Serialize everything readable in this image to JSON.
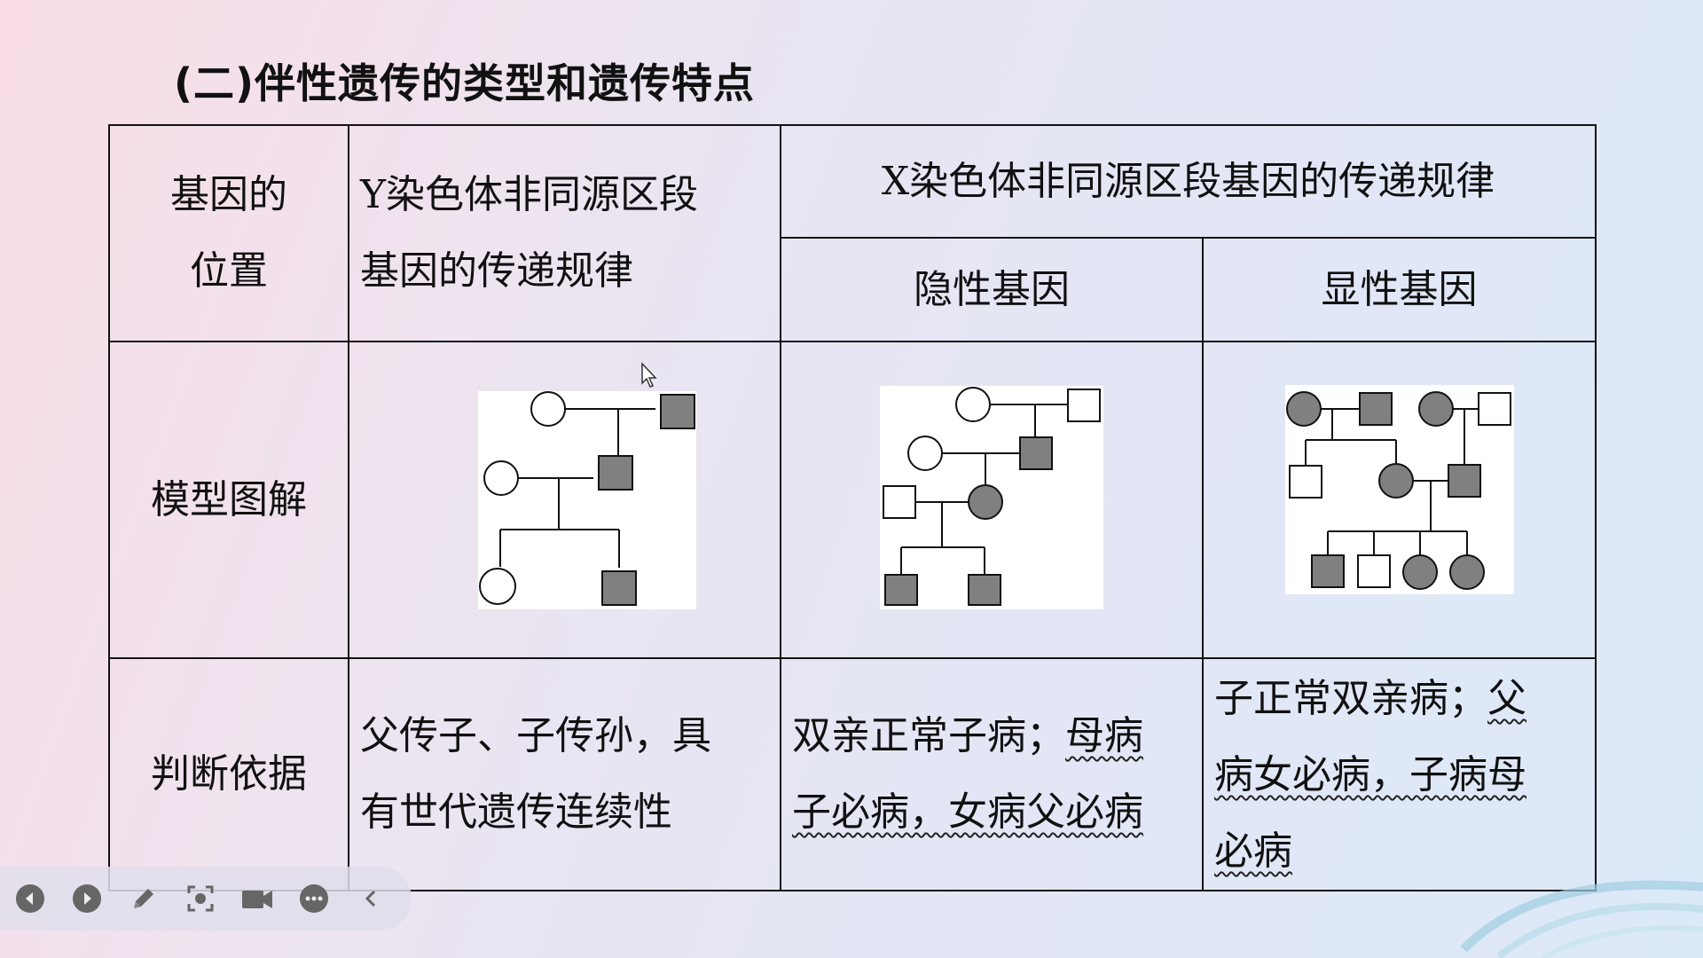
{
  "slide": {
    "title": "(二)伴性遗传的类型和遗传特点"
  },
  "table": {
    "header": {
      "position_label_line1": "基因的",
      "position_label_line2": "位置",
      "y_rule_line1": "Y染色体非同源区段",
      "y_rule_line2": "基因的传递规律",
      "x_rule": "X染色体非同源区段基因的传递规律",
      "recessive": "隐性基因",
      "dominant": "显性基因"
    },
    "rows": {
      "model_label": "模型图解",
      "basis_label": "判断依据",
      "y_basis_line1": "父传子、子传孙，具",
      "y_basis_line2": "有世代遗传连续性",
      "rec_basis_plain1": "双亲正常子病；",
      "rec_basis_wavy1": "母病",
      "rec_basis_wavy2": "子必病，女病父必病",
      "dom_basis_plain1": "子正常双亲病；",
      "dom_basis_wavy1": "父",
      "dom_basis_wavy2": "病女必病，子病母",
      "dom_basis_wavy3": "必病"
    }
  },
  "pedigree": {
    "affected_color": "#808080",
    "unaffected_color": "#ffffff"
  },
  "toolbar": {
    "icons": [
      "previous-icon",
      "next-icon",
      "pen-icon",
      "screenshot-icon",
      "camera-icon",
      "more-icon",
      "collapse-icon"
    ]
  }
}
